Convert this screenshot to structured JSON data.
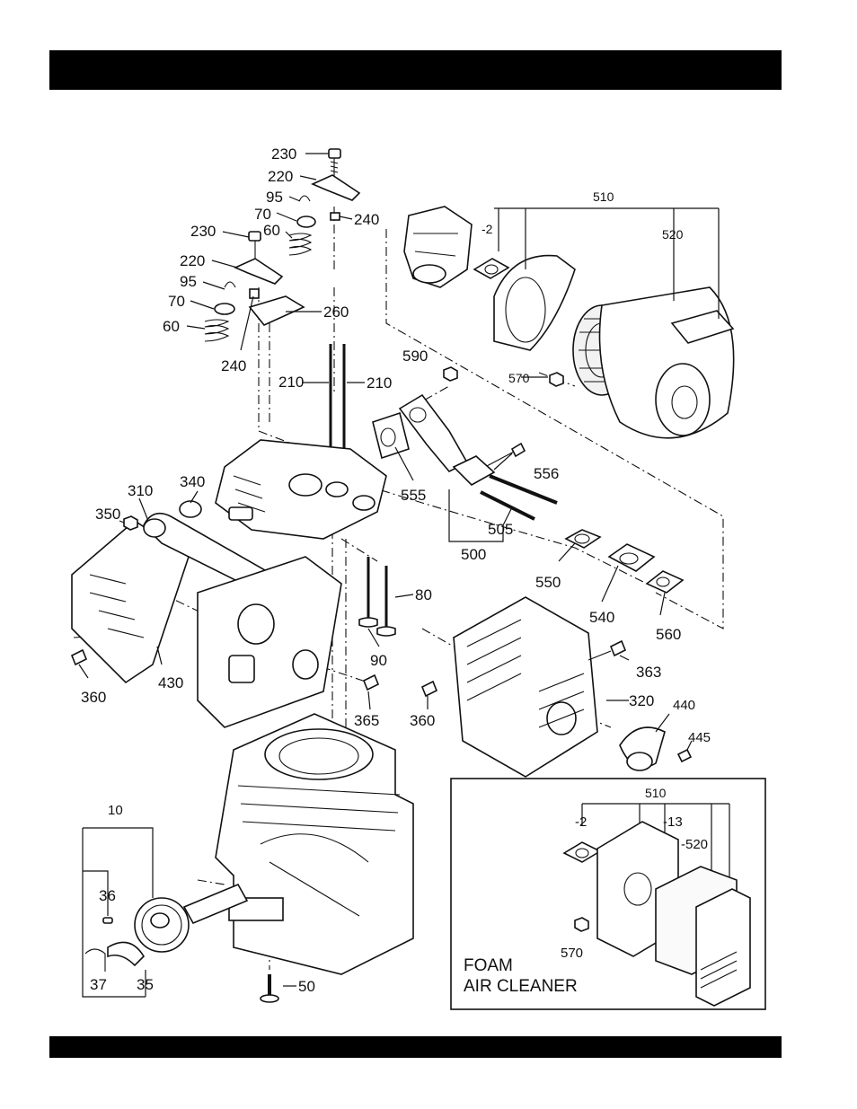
{
  "header": {
    "text": ""
  },
  "footer": {
    "text": ""
  },
  "labels": {
    "l230a": "230",
    "l220a": "220",
    "l95a": "95",
    "l70a": "70",
    "l240a": "240",
    "l230b": "230",
    "l60a": "60",
    "l220b": "220",
    "l95b": "95",
    "l70b": "70",
    "l260": "260",
    "l60b": "60",
    "l240b": "240",
    "l210a": "210",
    "l210b": "210",
    "l510": "510",
    "l2a": "-2",
    "l520": "520",
    "l570": "570",
    "l590": "590",
    "l556": "556",
    "l555": "555",
    "l340": "340",
    "l310": "310",
    "l350": "350",
    "l505": "505",
    "l500": "500",
    "l550": "550",
    "l540": "540",
    "l560": "560",
    "l80": "80",
    "l90": "90",
    "l430": "430",
    "l360a": "360",
    "l365": "365",
    "l360b": "360",
    "l363": "363",
    "l320": "320",
    "l440": "440",
    "l445": "445",
    "l10": "10",
    "l36": "36",
    "l37": "37",
    "l35": "35",
    "l50": "50"
  },
  "inset": {
    "l510": "510",
    "l2": "-2",
    "l13": "-13",
    "l520": "-520",
    "l570": "570",
    "title_line1": "FOAM",
    "title_line2": "AIR CLEANER"
  }
}
